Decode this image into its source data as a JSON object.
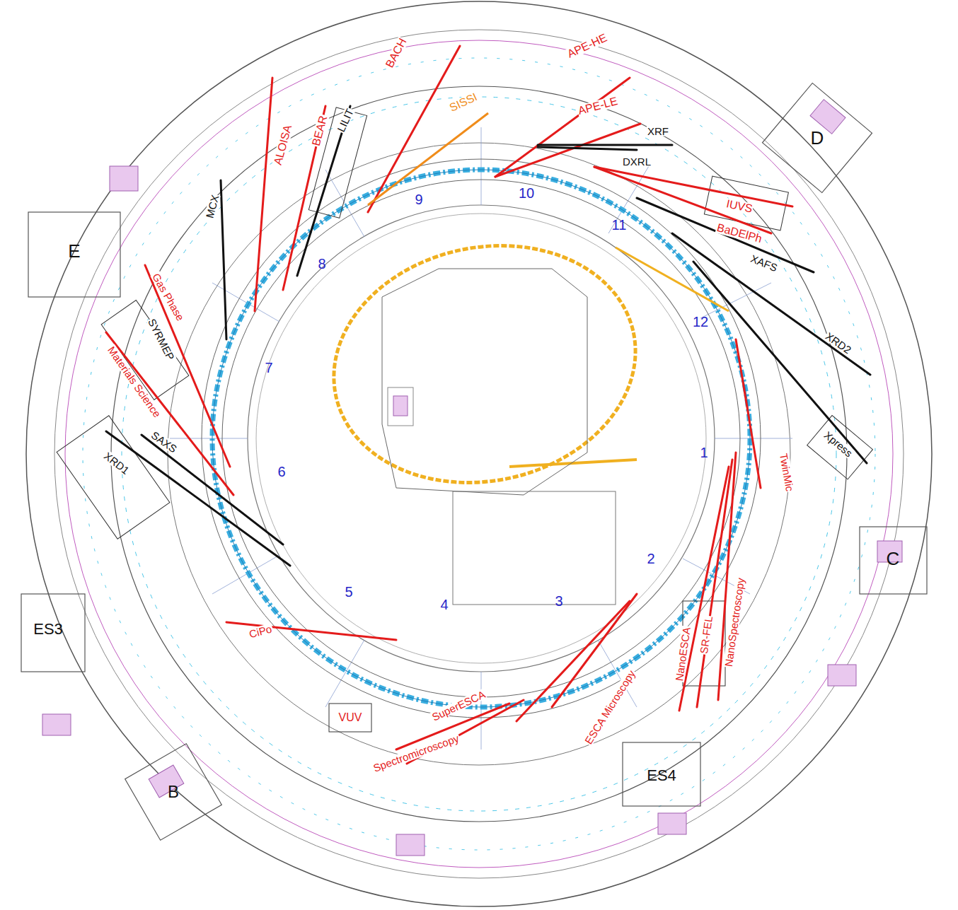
{
  "diagram": {
    "labels": [
      "BACH",
      "SISSI",
      "APE-HE",
      "APE-LE",
      "XRF",
      "DXRL",
      "D",
      "IUVS",
      "BaDElPh",
      "XAFS",
      "XRD2",
      "Xpress",
      "TwinMic",
      "C",
      "NanoSpectroscopy",
      "SR-FEL",
      "NanoESCA",
      "ESCA Microscopy",
      "SuperESCA",
      "Spectromicroscopy",
      "VUV",
      "ES4",
      "B",
      "CiPo",
      "ES3",
      "XRD1",
      "SAXS",
      "Materials Science",
      "SYRMEP",
      "Gas Phase",
      "E",
      "MCX",
      "ALOISA",
      "BEAR",
      "LILIT",
      "1",
      "2",
      "3",
      "4",
      "5",
      "6",
      "7",
      "8",
      "9",
      "10",
      "11",
      "12"
    ]
  }
}
